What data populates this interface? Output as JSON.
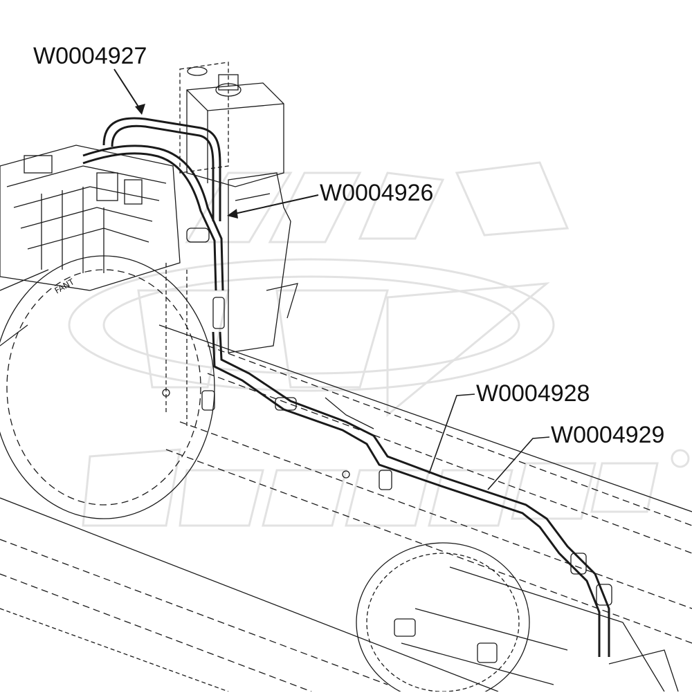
{
  "callouts": {
    "w0004927": "W0004927",
    "w0004926": "W0004926",
    "w0004928": "W0004928",
    "w0004929": "W0004929"
  },
  "colors": {
    "ink": "#1a1a1a",
    "watermark": "#e2e2e2",
    "background": "#ffffff"
  }
}
